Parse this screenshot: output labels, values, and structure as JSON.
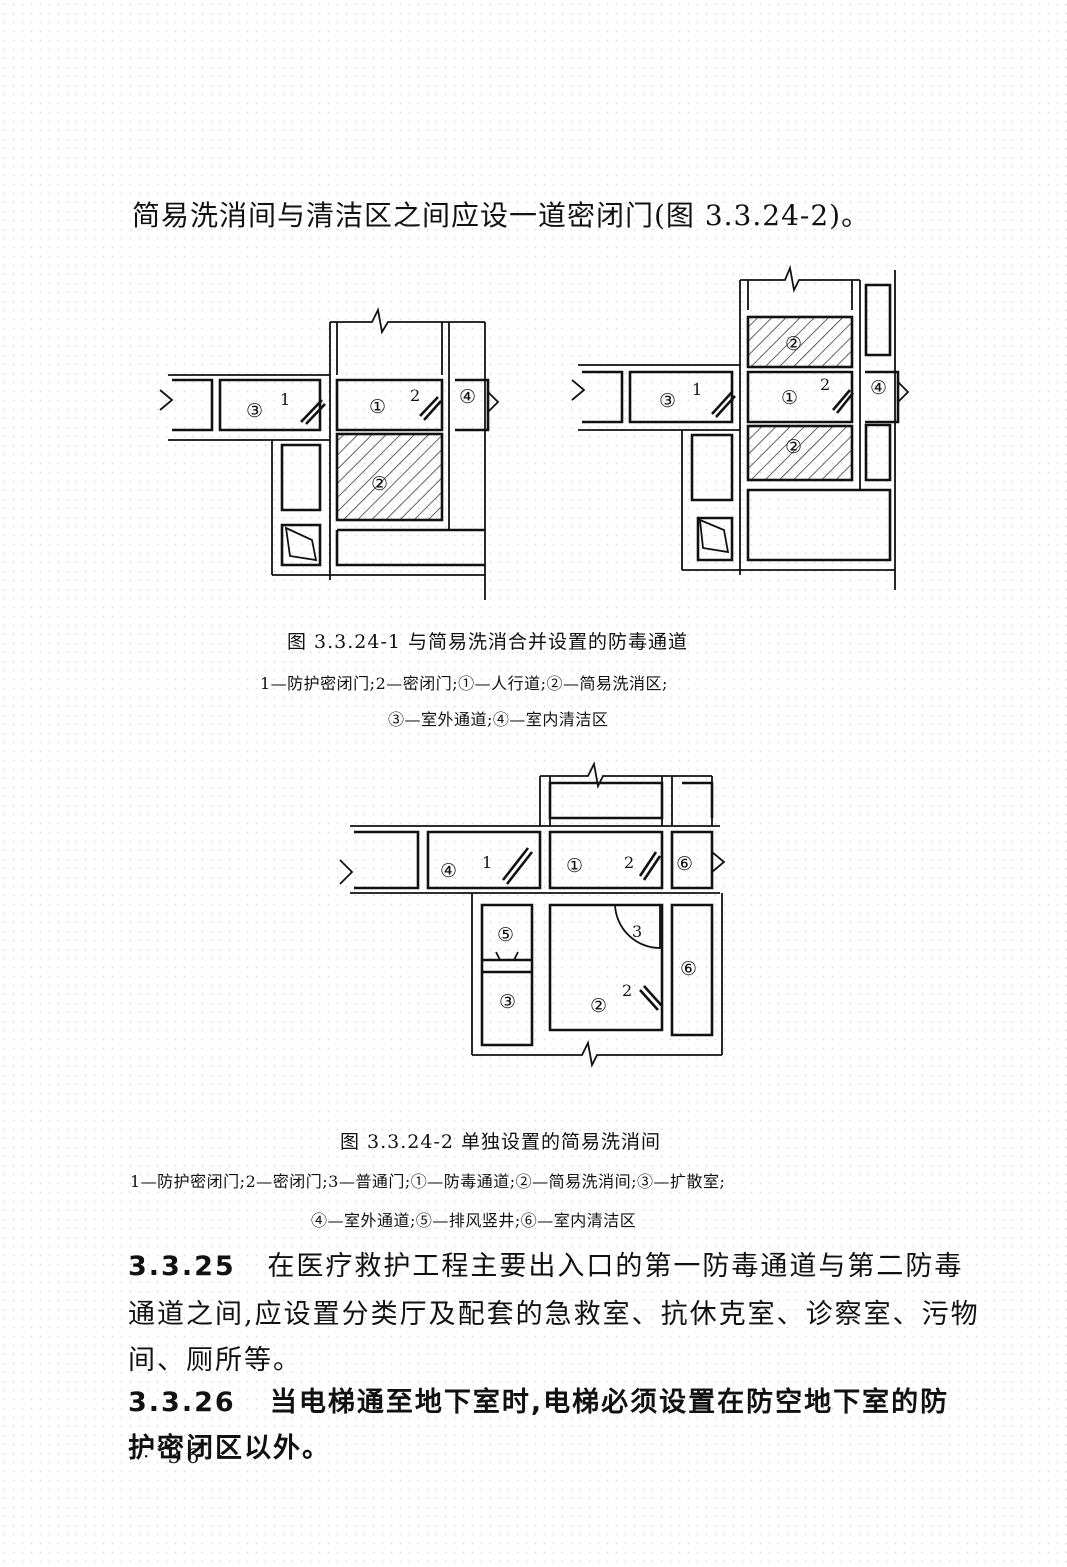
{
  "intro_text": "简易洗消间与清洁区之间应设一道密闭门(图 3.3.24-2)。",
  "figure1": {
    "caption": "图 3.3.24-1  与简易洗消合并设置的防毒通道",
    "legend_line1": "1—防护密闭门;2—密闭门;①—人行道;②—简易洗消区;",
    "legend_line2": "③—室外通道;④—室内清洁区",
    "labels": {
      "door1": "1",
      "door2": "2",
      "c1": "①",
      "c2": "②",
      "c3": "③",
      "c4": "④"
    }
  },
  "figure2": {
    "caption": "图 3.3.24-2  单独设置的简易洗消间",
    "legend_line1": "1—防护密闭门;2—密闭门;3—普通门;①—防毒通道;②—简易洗消间;③—扩散室;",
    "legend_line2": "④—室外通道;⑤—排风竖井;⑥—室内清洁区",
    "labels": {
      "door1": "1",
      "door2": "2",
      "door3": "3",
      "c1": "①",
      "c2": "②",
      "c3": "③",
      "c4": "④",
      "c5": "⑤",
      "c6": "⑥"
    }
  },
  "clause_3_3_25": {
    "number": "3.3.25",
    "line1": "在医疗救护工程主要出入口的第一防毒通道与第二防毒",
    "line2": "通道之间,应设置分类厅及配套的急救室、抗休克室、诊察室、污物",
    "line3": "间、厕所等。"
  },
  "clause_3_3_26": {
    "number": "3.3.26",
    "line1": "当电梯通至地下室时,电梯必须设置在防空地下室的防",
    "line2": "护密闭区以外。"
  },
  "page_number": "· 36 ·"
}
